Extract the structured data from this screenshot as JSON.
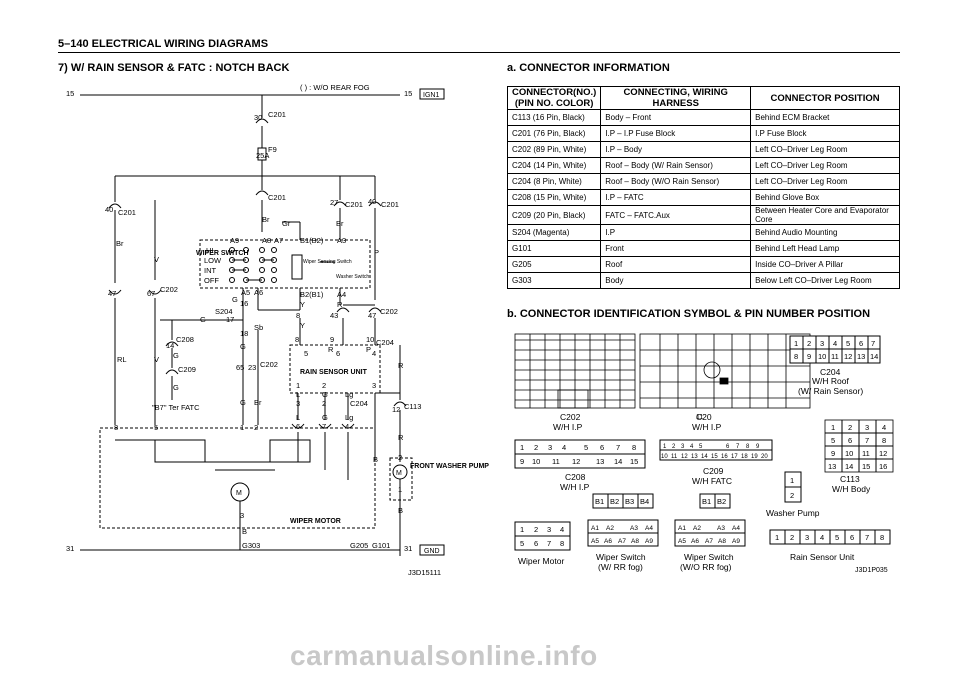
{
  "header": {
    "title": "5–140   ELECTRICAL WIRING DIAGRAMS"
  },
  "left": {
    "title": "7) W/ RAIN SENSOR & FATC : NOTCH BACK",
    "fig_id": "J3D15111",
    "labels": {
      "fog_note": "( ) : W/O REAR FOG",
      "ign": "IGN1",
      "gnd": "GND",
      "n15": "15",
      "n31": "31",
      "n30": "30",
      "c201": "C201",
      "c202": "C202",
      "c208": "C208",
      "c209": "C209",
      "c204": "C204",
      "c113": "C113",
      "fuse": "F9",
      "fuse_amp": "25A",
      "wiper_switch": "WIPER SWITCH",
      "hi": "HI",
      "low": "LOW",
      "int": "INT",
      "off": "OFF",
      "wiper_sensing": "Wiper Sensing Switch",
      "washer_switch": "Washer Switch",
      "rain_sensor": "RAIN SENSOR UNIT",
      "wiper_motor": "WIPER MOTOR",
      "front_washer": "FRONT WASHER PUMP",
      "b7_ter": "\"B7\" Ter FATC",
      "s204": "S204",
      "g303": "G303",
      "g205": "G205",
      "g101": "G101",
      "a9": "A9",
      "a8": "A8",
      "a7": "A7",
      "b1b2": "B1(B2)",
      "a3": "A3",
      "a5": "A5",
      "a6": "A6",
      "b2b1": "B2(B1)",
      "a4": "A4",
      "br": "Br",
      "gr": "Gr",
      "v": "V",
      "rl": "RL",
      "g": "G",
      "sb": "Sb",
      "y": "Y",
      "r": "R",
      "p": "P",
      "l": "L",
      "lg": "Lg",
      "b": "B",
      "m": "M"
    }
  },
  "right": {
    "title_a": "a. CONNECTOR INFORMATION",
    "title_b": "b. CONNECTOR IDENTIFICATION SYMBOL & PIN NUMBER POSITION",
    "fig_id": "J3D1P035",
    "table_headers": [
      "CONNECTOR(NO.)",
      "(PIN NO. COLOR)",
      "CONNECTING, WIRING HARNESS",
      "CONNECTOR POSITION"
    ],
    "rows": [
      [
        "C113 (16 Pin, Black)",
        "Body – Front",
        "Behind ECM Bracket"
      ],
      [
        "C201 (76 Pin, Black)",
        "I.P – I.P Fuse Block",
        "I.P Fuse Block"
      ],
      [
        "C202 (89 Pin, White)",
        "I.P – Body",
        "Left CO–Driver Leg Room"
      ],
      [
        "C204 (14 Pin, White)",
        "Roof – Body (W/ Rain Sensor)",
        "Left CO–Driver Leg Room"
      ],
      [
        "C204 (8 Pin, White)",
        "Roof – Body (W/O Rain Sensor)",
        "Left CO–Driver Leg Room"
      ],
      [
        "C208 (15 Pin, White)",
        "I.P – FATC",
        "Behind Glove Box"
      ],
      [
        "C209 (20 Pin, Black)",
        "FATC – FATC.Aux",
        "Between Heater Core and Evaporator Core"
      ],
      [
        "S204 (Magenta)",
        "I.P",
        "Behind Audio Mounting"
      ],
      [
        "G101",
        "Front",
        "Behind Left Head Lamp"
      ],
      [
        "G205",
        "Roof",
        "Inside CO–Driver A Pillar"
      ],
      [
        "G303",
        "Body",
        "Below Left CO–Driver Leg Room"
      ]
    ],
    "connectors": {
      "c202": "C202",
      "c202_sub": "W/H I.P",
      "c20": "C20",
      "c20_sub": "W/H I.P",
      "c20_11": "11",
      "c204": "C204",
      "c204_sub1": "W/H Roof",
      "c204_sub2": "(W/ Rain Sensor)",
      "c208": "C208",
      "c208_sub": "W/H I.P",
      "c209": "C209",
      "c209_sub": "W/H FATC",
      "c113": "C113",
      "c113_sub": "W/H Body",
      "washer_pump": "Washer Pump",
      "rain_unit": "Rain Sensor Unit",
      "wiper_motor": "Wiper Motor",
      "ws_rr": "Wiper Switch",
      "ws_rr2": "(W/ RR fog)",
      "ws_norr": "Wiper Switch",
      "ws_norr2": "(W/O RR fog)",
      "c204_pins": [
        "1",
        "2",
        "3",
        "4",
        "5",
        "6",
        "7",
        "8",
        "9",
        "10",
        "11",
        "12",
        "13",
        "14"
      ],
      "c208_pins": [
        "1",
        "2",
        "3",
        "4",
        "5",
        "6",
        "7",
        "8",
        "9",
        "10",
        "11",
        "12",
        "13",
        "14",
        "15"
      ],
      "c113_pins": [
        "1",
        "2",
        "3",
        "4",
        "5",
        "6",
        "7",
        "8",
        "9",
        "10",
        "11",
        "12",
        "13",
        "14",
        "15",
        "16"
      ],
      "c209_pins": [
        "1",
        "2",
        "3",
        "4",
        "5",
        "6",
        "7",
        "8",
        "9",
        "10",
        "11",
        "12",
        "13",
        "14",
        "15",
        "16",
        "17",
        "18",
        "19",
        "20"
      ],
      "b_pins": [
        "B1",
        "B2",
        "B3",
        "B4"
      ],
      "b2_pins": [
        "B1",
        "B2"
      ],
      "a_pins": [
        "A1",
        "A2",
        "A3",
        "A4",
        "A5",
        "A6",
        "A7",
        "A8",
        "A9"
      ],
      "wm_pins": [
        "1",
        "2",
        "3",
        "4",
        "5",
        "6",
        "7",
        "8"
      ],
      "wp_pins": [
        "1",
        "2"
      ],
      "rs_pins": [
        "1",
        "2",
        "3",
        "4",
        "5",
        "6",
        "7",
        "8"
      ]
    }
  },
  "watermark": "carmanualsonline.info"
}
